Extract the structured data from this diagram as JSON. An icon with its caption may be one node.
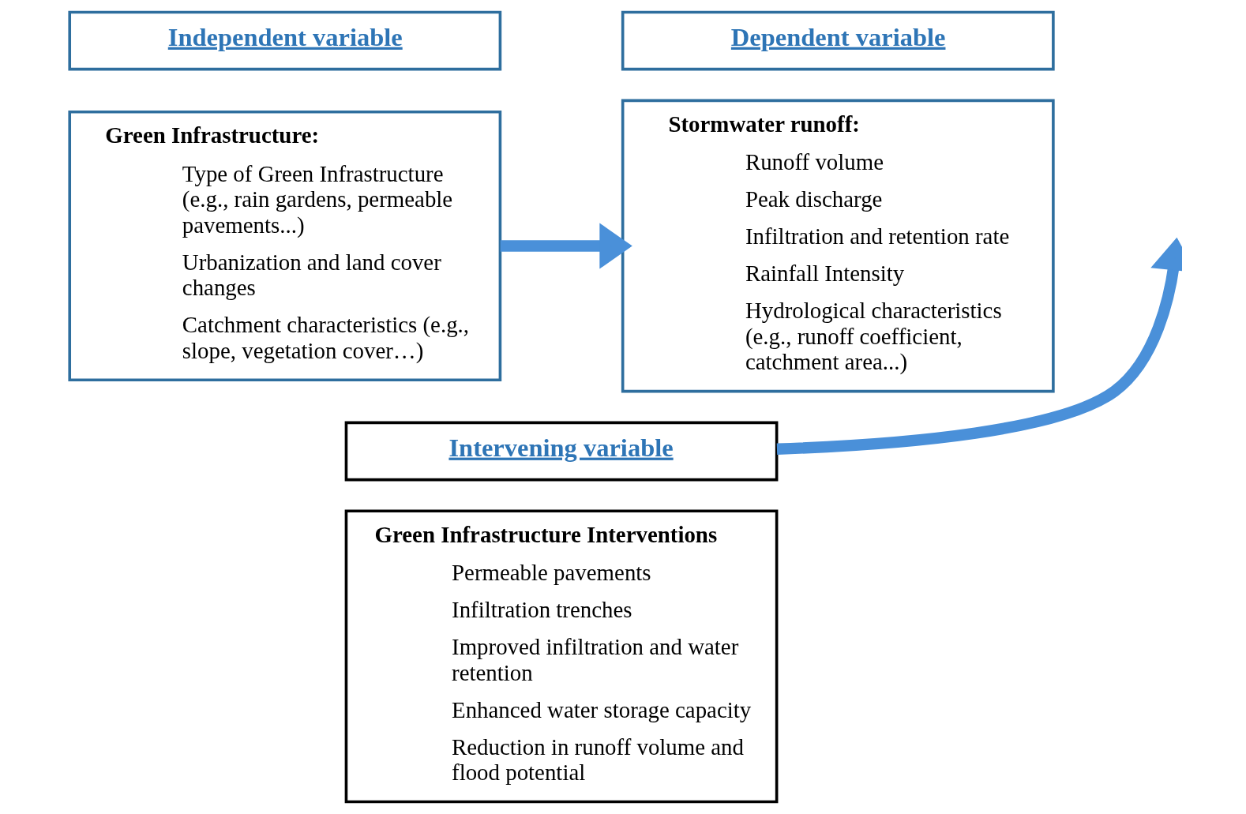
{
  "diagram": {
    "nodes": [
      {
        "text": [
          "Independent variable"
        ]
      },
      {
        "text": [
          "Green Infrastructure:",
          "Type of Green Infrastructure (e.g., rain gardens, permeable pavements...)",
          "Urbanization and land cover changes",
          "Catchment characteristics (e.g., slope, vegetation cover…)"
        ]
      },
      {
        "text": [
          "Dependent variable"
        ]
      },
      {
        "text": [
          "Stormwater runoff:",
          "Runoff volume",
          "Peak discharge",
          "Infiltration and retention rate",
          "Rainfall Intensity",
          "Hydrological characteristics (e.g., runoff coefficient, catchment area...)"
        ]
      },
      {
        "text": [
          "Intervening variable"
        ]
      },
      {
        "text": [
          "Green Infrastructure Interventions",
          "Permeable pavements",
          "Infiltration trenches",
          "Improved infiltration and water retention",
          "Enhanced water storage capacity",
          "Reduction in runoff volume and flood potential"
        ]
      }
    ],
    "edges": [
      {
        "from": 1,
        "to": 3,
        "arrow": "to"
      },
      {
        "from": 4,
        "to": null,
        "arrow": "to"
      }
    ]
  }
}
